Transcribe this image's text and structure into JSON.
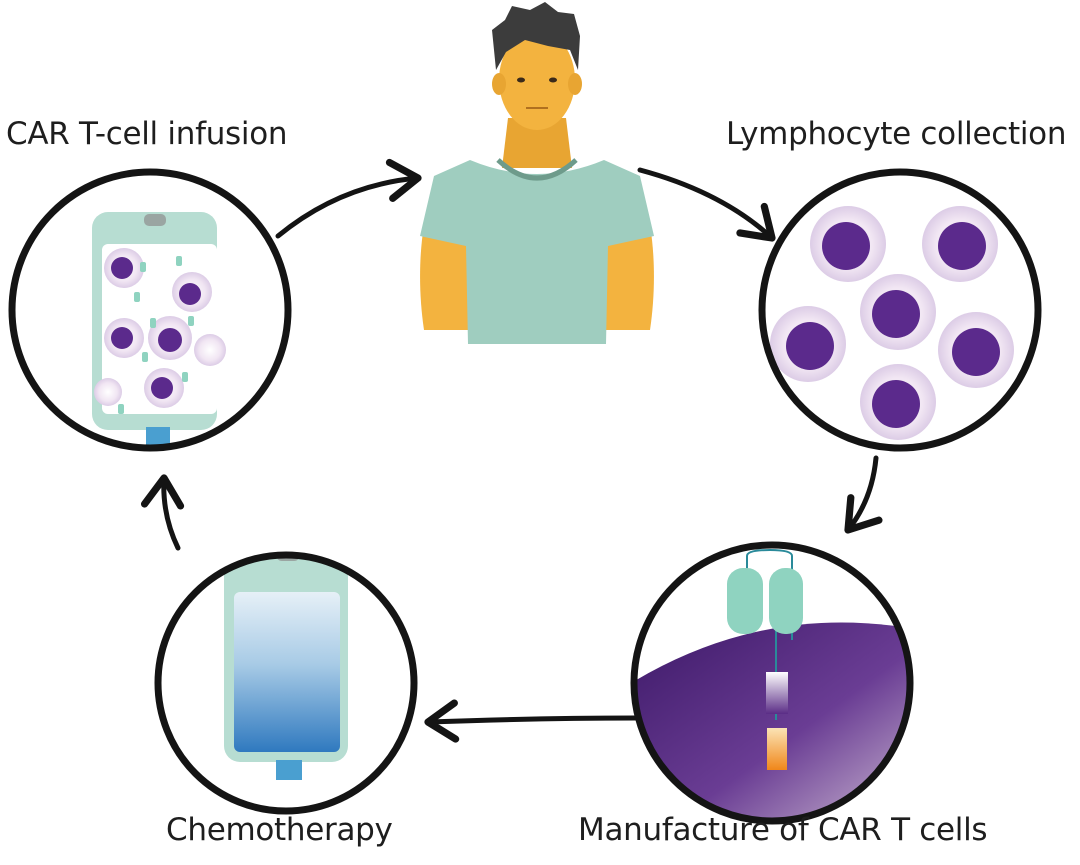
{
  "labels": {
    "infusion": "CAR T-cell infusion",
    "collection": "Lymphocyte collection",
    "chemotherapy": "Chemotherapy",
    "manufacture": "Manufacture of CAR T cells"
  },
  "colors": {
    "outline": "#141414",
    "skin": "#f3b33f",
    "shirt": "#9fcdbf",
    "hair": "#3c3c3c",
    "cell_nucleus": "#5b2a8c",
    "cell_body": "#ecdff0",
    "bag": "#b7ddd2",
    "port": "#4a9fd0",
    "receptor": "#8fd3c0",
    "membrane": "#4a2577",
    "domain_orange": "#f28c1e"
  },
  "icons": [
    "patient-figure",
    "lymphocyte-icon",
    "car-receptor-icon",
    "iv-bag-icon"
  ]
}
